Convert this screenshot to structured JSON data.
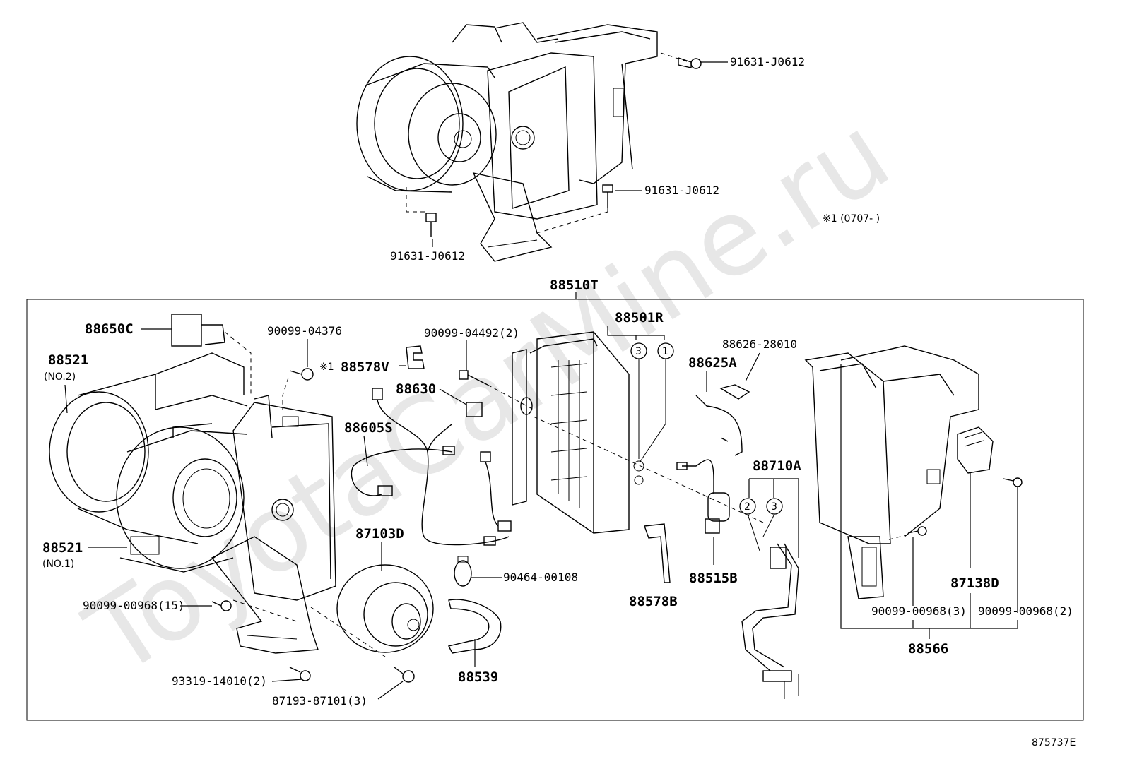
{
  "watermark": "ToyotaCarMine.ru",
  "figure_code": "875737E",
  "note_star": "※1 (0707-   )",
  "labels": {
    "bolt_top_right": "91631-J0612",
    "bolt_mid_right": "91631-J0612",
    "bolt_bottom_left": "91631-J0612",
    "assembly": "88510T",
    "p88650C": "88650C",
    "p88521_no2": "88521",
    "p88521_no2_sub": "(NO.2)",
    "p90099_04376": "90099-04376",
    "star1": "※1",
    "p88578V": "88578V",
    "p90099_04492": "90099-04492(2)",
    "p88501R": "88501R",
    "p88630": "88630",
    "p88605S": "88605S",
    "p88626_28010": "88626-28010",
    "p88625A": "88625A",
    "p88710A": "88710A",
    "p87103D": "87103D",
    "p88521_no1": "88521",
    "p88521_no1_sub": "(NO.1)",
    "p90464_00108": "90464-00108",
    "p90099_00968_15": "90099-00968(15)",
    "p88578B": "88578B",
    "p88515B": "88515B",
    "p87138D": "87138D",
    "p90099_00968_3": "90099-00968(3)",
    "p90099_00968_2": "90099-00968(2)",
    "p88566": "88566",
    "p88539": "88539",
    "p93319_14010": "93319-14010(2)",
    "p87193_87101": "87193-87101(3)"
  },
  "callouts": {
    "c3a": "3",
    "c1": "1",
    "c2": "2",
    "c3b": "3"
  }
}
